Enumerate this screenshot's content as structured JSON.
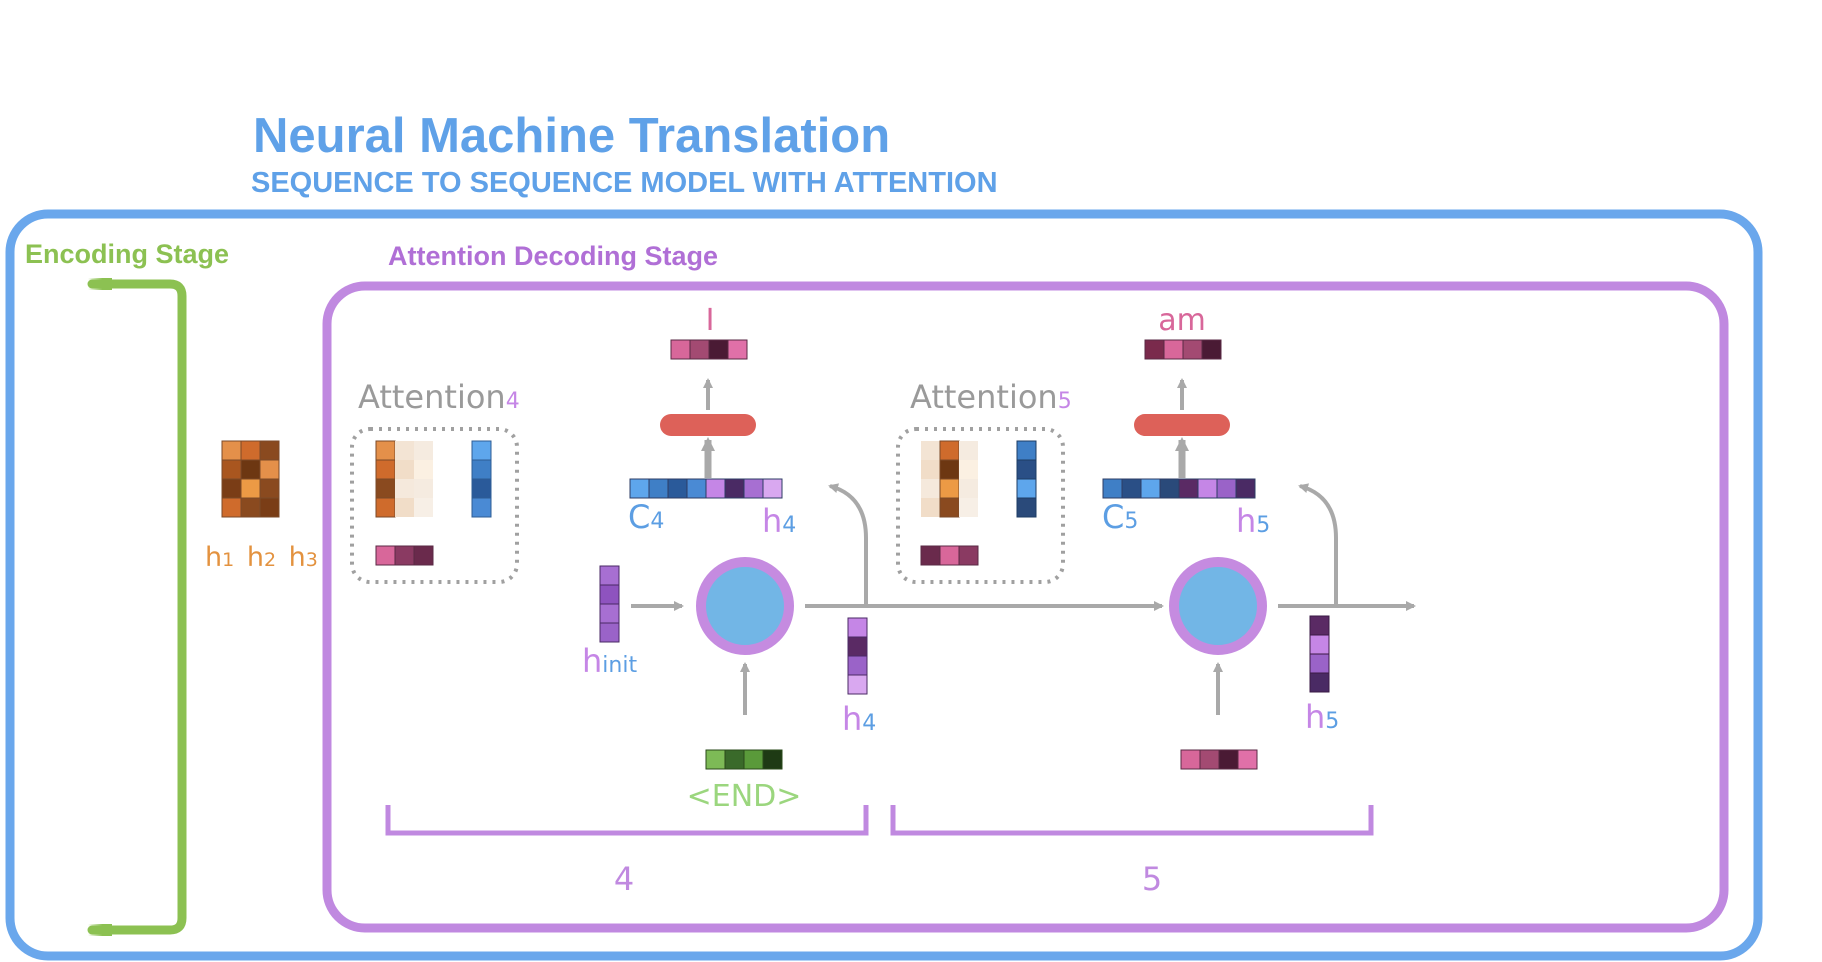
{
  "header": {
    "title": "Neural Machine Translation",
    "subtitle": "SEQUENCE TO SEQUENCE MODEL WITH ATTENTION"
  },
  "stages": {
    "encoding": "Encoding Stage",
    "decoding": "Attention Decoding Stage"
  },
  "encoder": {
    "hidden_labels": [
      "h",
      "1",
      "h",
      "2",
      "h",
      "3"
    ]
  },
  "steps": [
    {
      "attention_label": "Attention",
      "attention_sub": "4",
      "context_label": "C",
      "context_sub": "4",
      "hidden_out_label": "h",
      "hidden_out_sub": "4",
      "hidden_below_label": "h",
      "hidden_below_sub": "4",
      "output_word": "I",
      "input_word": "<END>",
      "step_number": "4"
    },
    {
      "attention_label": "Attention",
      "attention_sub": "5",
      "context_label": "C",
      "context_sub": "5",
      "hidden_out_label": "h",
      "hidden_out_sub": "5",
      "hidden_below_label": "h",
      "hidden_below_sub": "5",
      "output_word": "am",
      "input_word": "",
      "step_number": "5"
    }
  ],
  "init_hidden": {
    "label": "h",
    "sub": "init"
  },
  "colors": {
    "outer_border": "#6aa7ec",
    "title": "#5fa1e8",
    "encoding": "#8cc152",
    "decoding": "#c089e0",
    "decoding_text": "#b06fd6",
    "node_fill": "#72b6e6",
    "node_ring": "#c58be0",
    "ffnn": "#dd6159",
    "arrow": "#a9a9a9",
    "attention_text": "#9a9a9a",
    "output_word": "#d8679a",
    "end_token": "#9bd67e",
    "hidden_label": "#c586e6",
    "context_label": "#5c9ee3",
    "orange_label": "#e3923f"
  },
  "icons": {
    "rnn_node": "circle-node-icon",
    "ffnn": "rounded-bar-icon",
    "arrow": "arrow-icon",
    "vector": "cell-vector-icon"
  }
}
